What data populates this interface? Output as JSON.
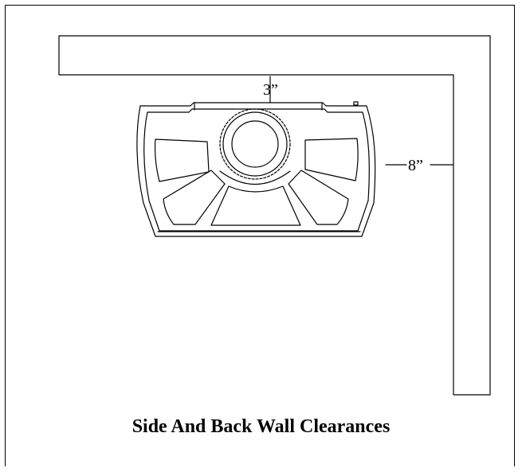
{
  "diagram": {
    "caption": "Side And Back Wall Clearances",
    "back_clearance_label": "3”",
    "side_clearance_label": "8”"
  }
}
